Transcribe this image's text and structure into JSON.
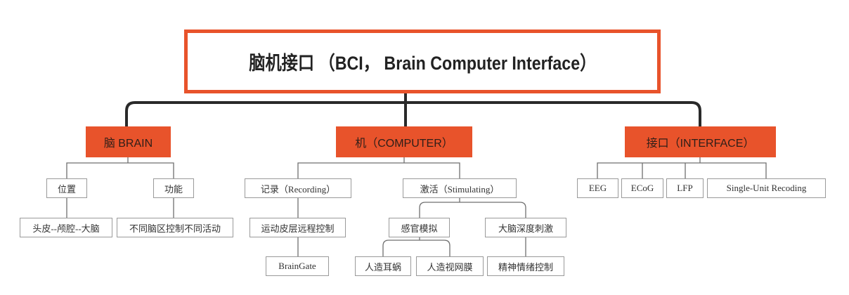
{
  "root": {
    "label": "脑机接口 （BCI， Brain Computer Interface）"
  },
  "brain": {
    "label": "脑 BRAIN",
    "position": {
      "label": "位置",
      "child": "头皮--颅腔--大脑"
    },
    "function": {
      "label": "功能",
      "child": "不同脑区控制不同活动"
    }
  },
  "computer": {
    "label": "机（COMPUTER）",
    "recording": {
      "label": "记录（Recording）",
      "child": "运动皮层远程控制",
      "grandchild": "BrainGate"
    },
    "stimulating": {
      "label": "激活（Stimulating）",
      "sensory": {
        "label": "感官模拟",
        "children": [
          "人造耳蜗",
          "人造视网膜"
        ]
      },
      "dbs": {
        "label": "大脑深度刺激",
        "child": "精神情绪控制"
      }
    }
  },
  "interface": {
    "label": "接口（INTERFACE）",
    "children": [
      "EEG",
      "ECoG",
      "LFP",
      "Single-Unit Recoding"
    ]
  },
  "colors": {
    "accent": "#e8532b",
    "line_dark": "#2a2a2a",
    "line_light": "#6f6f6f",
    "box_border": "#9a9a9a"
  }
}
